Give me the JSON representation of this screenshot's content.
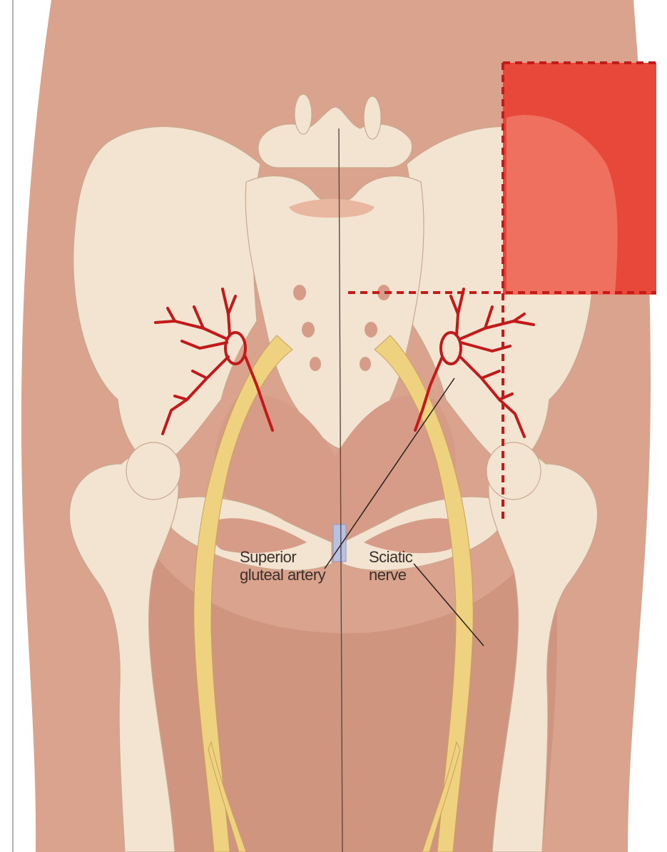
{
  "labels": {
    "superior_gluteal_artery": {
      "line1": "Superior",
      "line2": "gluteal artery"
    },
    "sciatic_nerve": {
      "line1": "Sciatic",
      "line2": "nerve"
    }
  },
  "colors": {
    "skin": "#d9a38d",
    "skin_dark": "#cc8f7c",
    "bone": "#f3e4d2",
    "bone_outline": "#c9a88e",
    "nerve": "#efd27f",
    "artery": "#c21a1a",
    "quadrant_highlight": "#e8483a",
    "quadrant_inner": "#f07060",
    "midline": "#5a4a44"
  }
}
